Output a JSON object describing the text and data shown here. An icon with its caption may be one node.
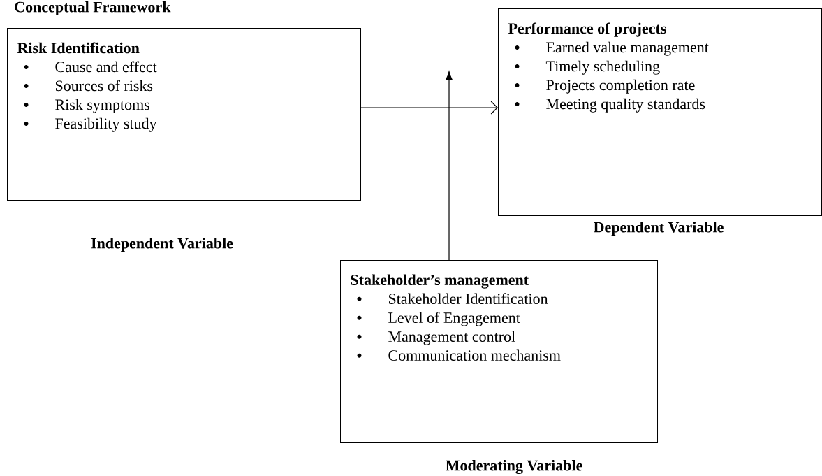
{
  "diagram": {
    "title": "Conceptual Framework",
    "nodes": [
      {
        "text": [
          "Risk Identification",
          "Cause and effect",
          "Sources of risks",
          "Risk symptoms",
          "Feasibility study"
        ],
        "beside": [
          "Independent Variable"
        ]
      },
      {
        "text": [
          "Performance of projects",
          "Earned value management",
          "Timely scheduling",
          "Projects completion rate",
          "Meeting quality standards"
        ],
        "beside": [
          "Dependent Variable"
        ]
      },
      {
        "text": [
          "Stakeholder’s management",
          "Stakeholder Identification",
          "Level of Engagement",
          "Management control",
          "Communication mechanism"
        ],
        "beside": [
          "Moderating Variable"
        ]
      }
    ],
    "edges": [
      {
        "from": 0,
        "to": 1,
        "arrow": "to"
      },
      {
        "from": 2,
        "to": null,
        "arrow": "to"
      }
    ]
  }
}
